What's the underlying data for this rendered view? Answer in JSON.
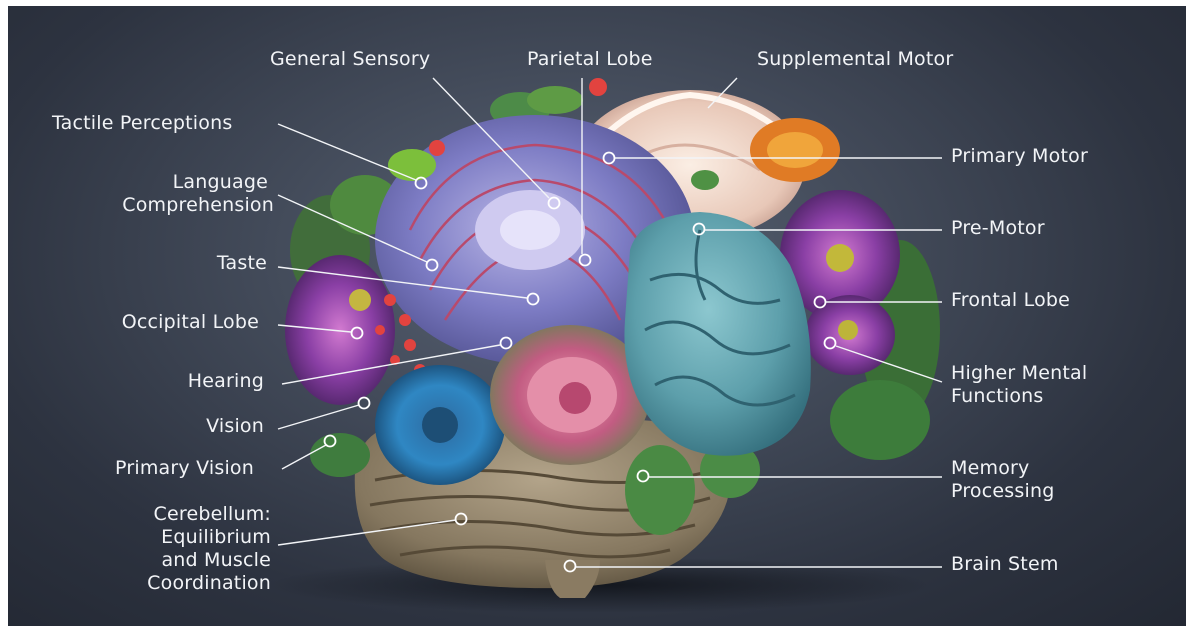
{
  "labels": {
    "general_sensory": "General Sensory",
    "parietal_lobe": "Parietal Lobe",
    "supplemental_motor": "Supplemental Motor",
    "tactile_perceptions": "Tactile Perceptions",
    "language_comprehension_1": "Language",
    "language_comprehension_2": "Comprehension",
    "taste": "Taste",
    "occipital_lobe": "Occipital Lobe",
    "hearing": "Hearing",
    "vision": "Vision",
    "primary_vision": "Primary Vision",
    "cerebellum_1": "Cerebellum:",
    "cerebellum_2": "Equilibrium",
    "cerebellum_3": "and Muscle",
    "cerebellum_4": "Coordination",
    "primary_motor": "Primary Motor",
    "pre_motor": "Pre-Motor",
    "frontal_lobe": "Frontal Lobe",
    "higher_mental_1": "Higher Mental",
    "higher_mental_2": "Functions",
    "memory_1": "Memory",
    "memory_2": "Processing",
    "brain_stem": "Brain Stem"
  }
}
